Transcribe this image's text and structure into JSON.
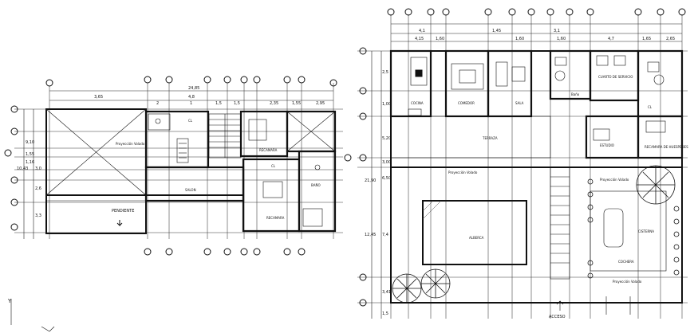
{
  "left_plan": {
    "dimensions_top": [
      "24,85",
      "3,65",
      "4,8",
      "2",
      "1",
      "1,5",
      "1,5",
      "2,35",
      "1,55",
      "2,95"
    ],
    "dimensions_left": [
      "9,10",
      "1,55",
      "1,16",
      "10,43",
      "3,0",
      "2,6",
      "3,3"
    ],
    "rooms": {
      "proyeccion_volado": "Proyección Volado",
      "pendiente": "PENDIENTE",
      "recamara_1": "RECAMARA",
      "recamara_2": "RECAMARA",
      "salon": "SALON",
      "cl_1": "CL",
      "cl_2": "CL",
      "bano": "BAÑO"
    }
  },
  "right_plan": {
    "dimensions_top": [
      "4,1",
      "4,15",
      "1,60",
      "1,45",
      "1,60",
      "3,1",
      "1,60",
      "4,7",
      "1,65",
      "2,65"
    ],
    "dimensions_left": [
      "2,5",
      "1,00",
      "5,20",
      "3,00",
      "6,50",
      "21,90",
      "12,45",
      "7,4",
      "3,41",
      "1,5"
    ],
    "rooms": {
      "cocina": "COCINA",
      "comedor": "COMEDOR",
      "sala": "SALA",
      "cuarto_servicio": "CUARTO DE SERVICIO",
      "terraza": "TERRAZA",
      "estudio": "ESTUDIO",
      "recamara_huespedes": "RECAMARA DE HUESPEDES",
      "proyeccion_volado": "Proyección Volado",
      "alberca": "ALBERCA",
      "cochera": "COCHERA",
      "cisterna": "CISTERNA",
      "acceso": "ACCESO",
      "bano": "Baño",
      "cl": "CL"
    }
  },
  "axis_glyph": "Y"
}
